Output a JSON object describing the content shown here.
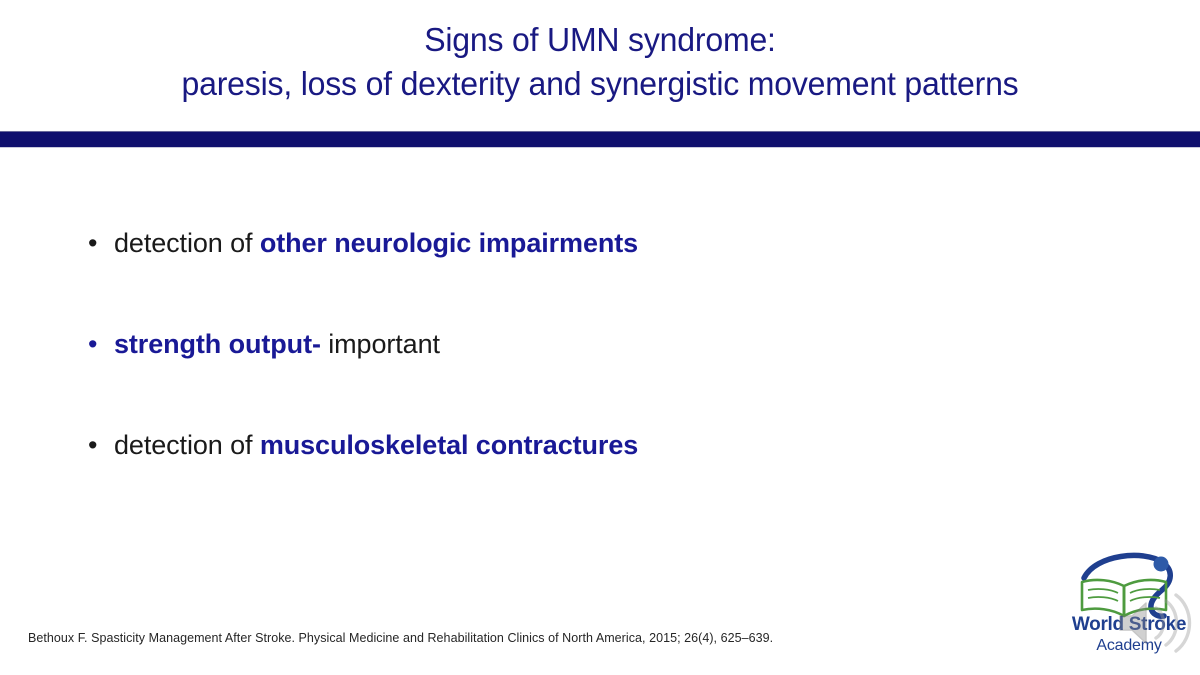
{
  "slide": {
    "title": {
      "line1": "Signs of UMN syndrome:",
      "line2": "paresis, loss of dexterity and synergistic movement patterns",
      "color": "#191982"
    },
    "divider_color": "#10106e",
    "bullets": [
      {
        "marker": "•",
        "marker_color": "#1a1a1a",
        "plain_before": "detection of ",
        "emphasis": "other neurologic impairments",
        "plain_after": ""
      },
      {
        "marker": "•",
        "marker_color": "#191996",
        "plain_before": "",
        "emphasis": "strength output-",
        "plain_after": " important"
      },
      {
        "marker": "•",
        "marker_color": "#1a1a1a",
        "plain_before": "detection of ",
        "emphasis": "musculoskeletal contractures",
        "plain_after": ""
      }
    ],
    "citation": "Bethoux F. Spasticity Management After Stroke. Physical Medicine and Rehabilitation Clinics of North America, 2015; 26(4), 625–639.",
    "logo": {
      "line1": "World Stroke",
      "line2": "Academy",
      "book_color": "#4e9b3f",
      "swoosh_color": "#1f3f8f",
      "text_color": "#1f3f8f",
      "watermark_icon": "speaker-icon"
    }
  }
}
